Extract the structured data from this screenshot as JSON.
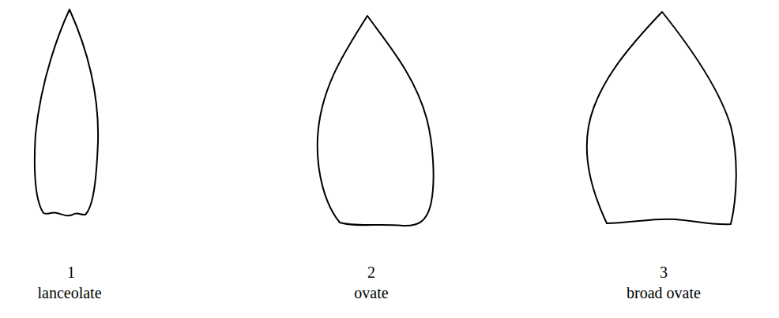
{
  "diagram": {
    "labels": [
      "1",
      "lanceolate",
      "2",
      "ovate",
      "3",
      "broad ovate"
    ]
  }
}
